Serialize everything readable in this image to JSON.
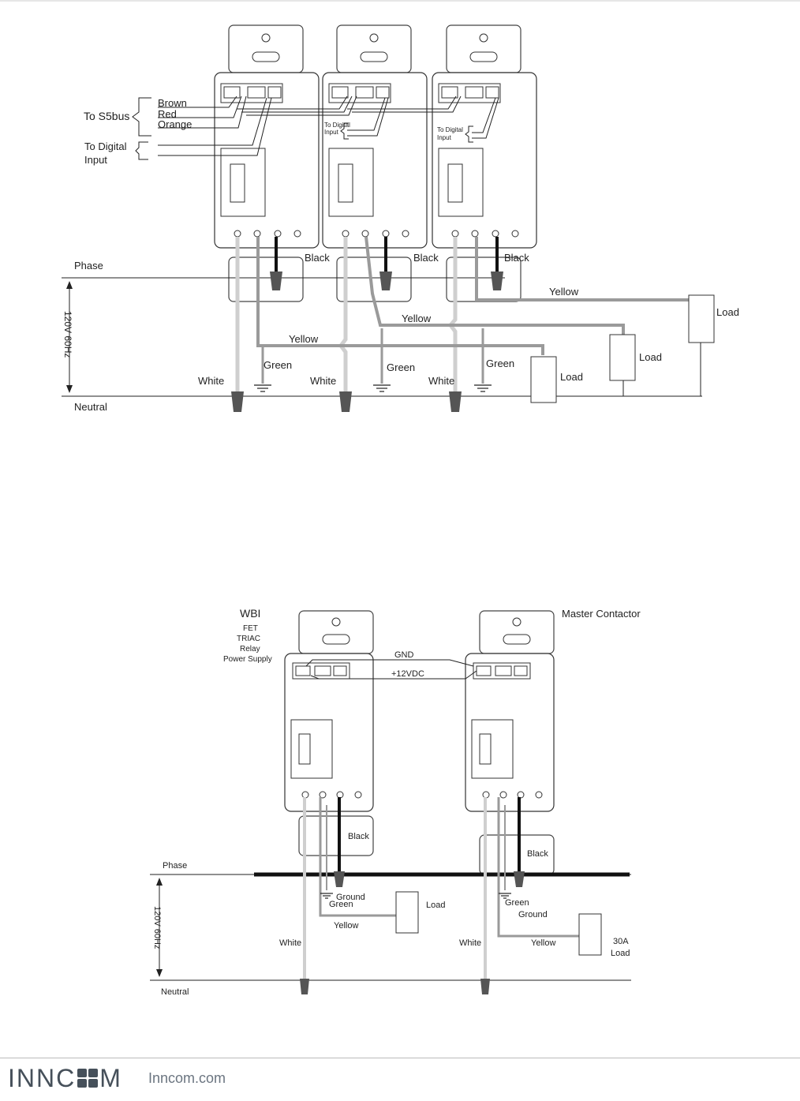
{
  "diagram1": {
    "bus_label": "To S5bus",
    "bus_wires": [
      "Brown",
      "Red",
      "Orange"
    ],
    "digital_input_label_line1": "To Digital",
    "digital_input_label_line2": "Input",
    "small_digital_input_line1": "To Digital",
    "small_digital_input_line2": "Input",
    "phase": "Phase",
    "neutral": "Neutral",
    "voltage": "120V 60Hz",
    "black": "Black",
    "white": "White",
    "green": "Green",
    "yellow": "Yellow",
    "load": "Load"
  },
  "diagram2": {
    "wbi_title": "WBI",
    "wbi_types": [
      "FET",
      "TRIAC",
      "Relay",
      "Power Supply"
    ],
    "master_title": "Master Contactor",
    "gnd": "GND",
    "vdc": "+12VDC",
    "phase": "Phase",
    "neutral": "Neutral",
    "voltage": "120V 60Hz",
    "black": "Black",
    "white": "White",
    "green": "Green",
    "ground": "Ground",
    "yellow": "Yellow",
    "load": "Load",
    "load30_line1": "30A",
    "load30_line2": "Load"
  },
  "footer": {
    "brand_left": "INNC",
    "brand_right": "M",
    "site": "Inncom.com"
  },
  "colors": {
    "brand": "#46505a",
    "wire_black": "#111111",
    "wire_gray": "#9a9a9a",
    "wire_light": "#cfcfcf"
  }
}
